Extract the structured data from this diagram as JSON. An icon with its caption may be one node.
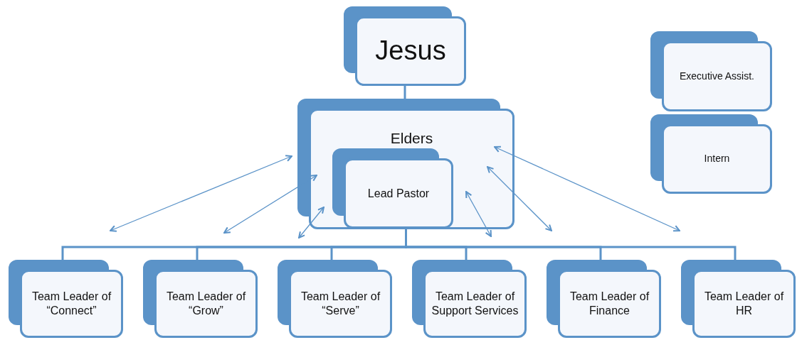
{
  "diagram": {
    "nodes": [
      {
        "text": [
          "Jesus"
        ]
      },
      {
        "text": [
          "Elders"
        ]
      },
      {
        "text": [
          "Lead Pastor"
        ],
        "in": 1
      },
      {
        "text": [
          "Executive Assist."
        ]
      },
      {
        "text": [
          "Intern"
        ]
      },
      {
        "text": [
          "Team Leader of “Connect”"
        ]
      },
      {
        "text": [
          "Team Leader of “Grow”"
        ]
      },
      {
        "text": [
          "Team Leader of “Serve”"
        ]
      },
      {
        "text": [
          "Team Leader of Support Services"
        ]
      },
      {
        "text": [
          "Team Leader of Finance"
        ]
      },
      {
        "text": [
          "Team Leader of HR"
        ]
      }
    ],
    "edges": [
      {
        "from": 0,
        "to": 1,
        "arrow": "none"
      },
      {
        "from": 1,
        "to": 5,
        "arrow": "none"
      },
      {
        "from": 1,
        "to": 6,
        "arrow": "none"
      },
      {
        "from": 1,
        "to": 7,
        "arrow": "none"
      },
      {
        "from": 1,
        "to": 8,
        "arrow": "none"
      },
      {
        "from": 1,
        "to": 9,
        "arrow": "none"
      },
      {
        "from": 1,
        "to": 10,
        "arrow": "none"
      },
      {
        "from": 1,
        "to": null,
        "arrow": "both"
      },
      {
        "from": 1,
        "to": null,
        "arrow": "both"
      },
      {
        "from": 2,
        "to": null,
        "arrow": "both"
      },
      {
        "from": 2,
        "to": null,
        "arrow": "both"
      },
      {
        "from": 1,
        "to": null,
        "arrow": "both"
      },
      {
        "from": 1,
        "to": null,
        "arrow": "both"
      }
    ]
  }
}
